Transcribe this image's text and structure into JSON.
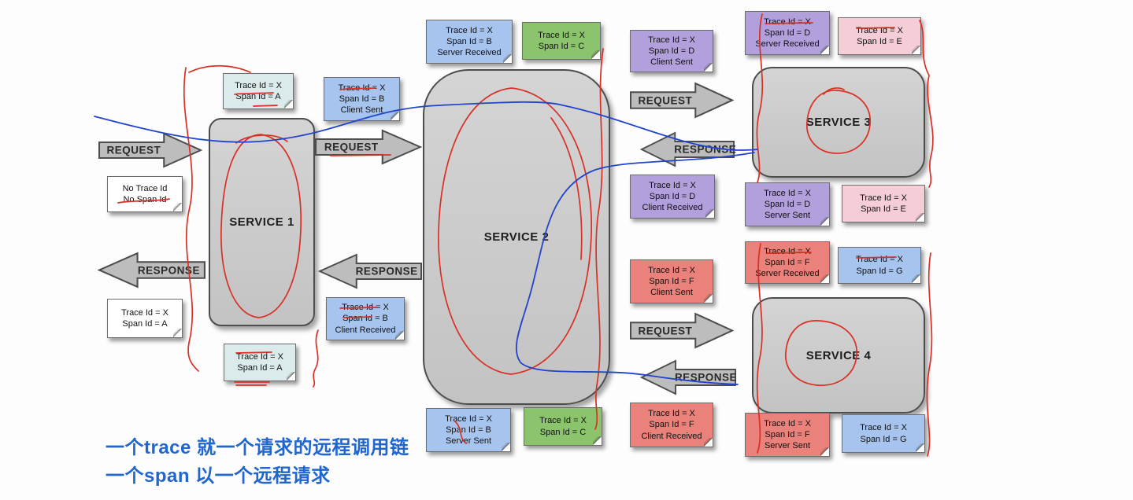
{
  "services": {
    "s1": "SERVICE 1",
    "s2": "SERVICE 2",
    "s3": "SERVICE 3",
    "s4": "SERVICE 4"
  },
  "arrows": {
    "request": "REQUEST",
    "response": "RESPONSE"
  },
  "notes": {
    "no_ids": "No Trace Id\nNo Span Id",
    "span_a": "Trace Id = X\nSpan Id = A",
    "b_client_sent": "Trace Id = X\nSpan Id = B\nClient Sent",
    "b_server_received": "Trace Id = X\nSpan Id = B\nServer Received",
    "b_server_sent": "Trace Id = X\nSpan Id = B\nServer Sent",
    "b_client_received": "Trace Id = X\nSpan Id = B\nClient Received",
    "span_c": "Trace Id = X\nSpan Id = C",
    "d_client_sent": "Trace Id = X\nSpan Id = D\nClient Sent",
    "d_server_received": "Trace Id = X\nSpan Id = D\nServer Received",
    "d_server_sent": "Trace Id = X\nSpan Id = D\nServer Sent",
    "d_client_received": "Trace Id = X\nSpan Id = D\nClient Received",
    "span_e": "Trace Id = X\nSpan Id = E",
    "f_client_sent": "Trace Id = X\nSpan Id = F\nClient Sent",
    "f_server_received": "Trace Id = X\nSpan Id = F\nServer Received",
    "f_server_sent": "Trace Id = X\nSpan Id = F\nServer Sent",
    "f_client_received": "Trace Id = X\nSpan Id = F\nClient Received",
    "span_g": "Trace Id = X\nSpan Id = G"
  },
  "caption": {
    "line1": "一个trace 就一个请求的远程调用链",
    "line2": "一个span 以一个远程请求"
  },
  "colors": {
    "annotation_red": "#d93025",
    "annotation_blue": "#2244cc",
    "caption_blue": "#2166cf"
  }
}
